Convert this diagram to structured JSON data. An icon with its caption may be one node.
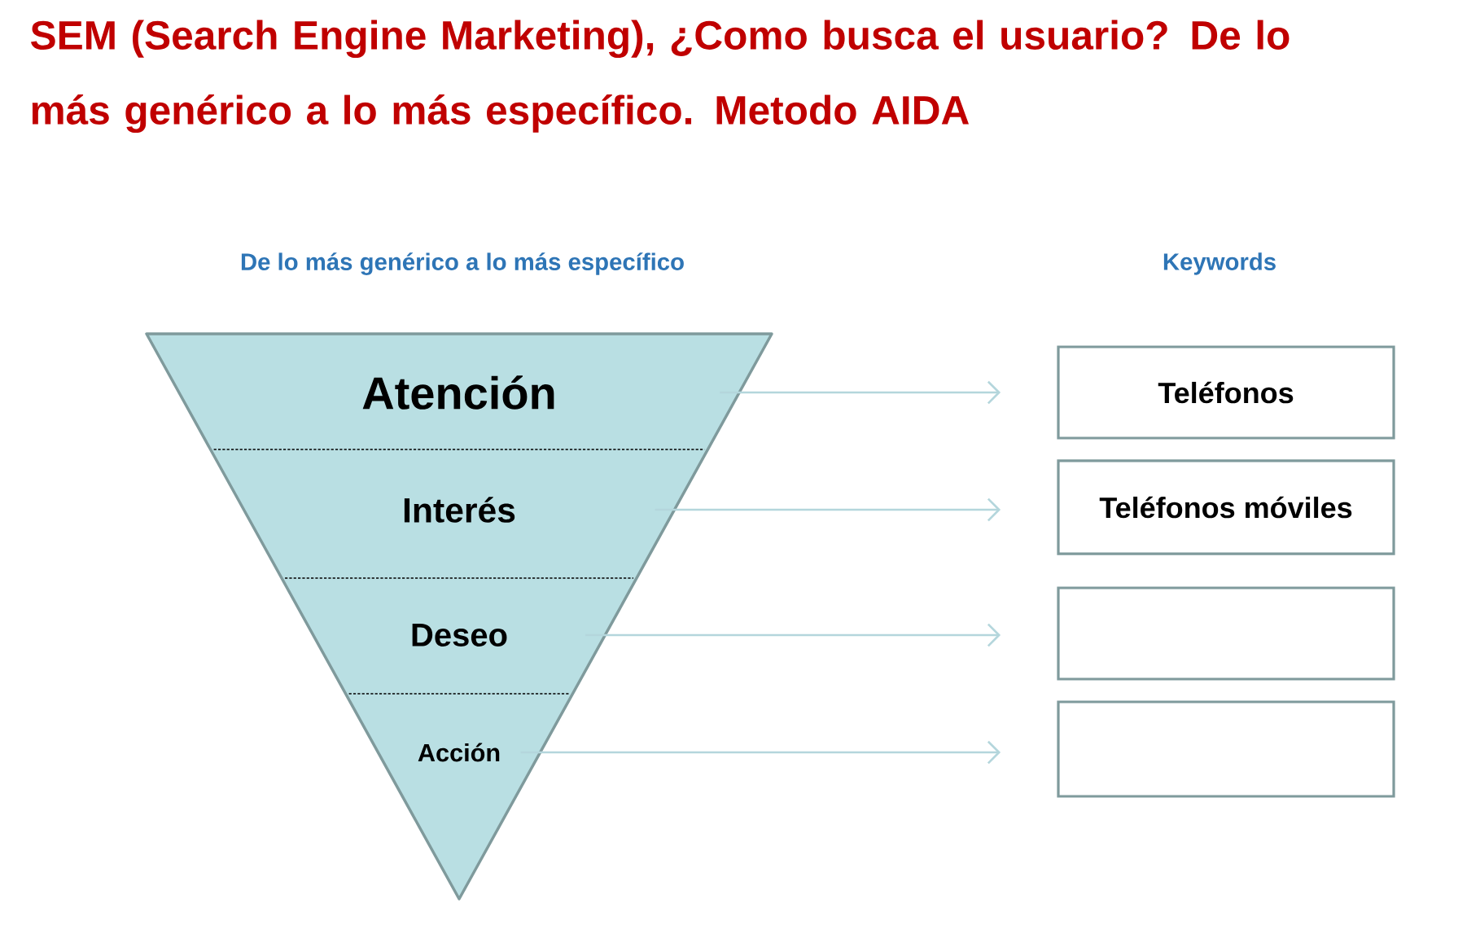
{
  "diagram": {
    "title": "SEM (Search Engine Marketing), ¿Como busca el usuario? De lo más genérico a lo más específico. Metodo AIDA",
    "nodes": [
      {
        "text": [
          "Atención"
        ]
      },
      {
        "text": [
          "Interés"
        ]
      },
      {
        "text": [
          "Deseo"
        ]
      },
      {
        "text": [
          "Acción"
        ]
      },
      {
        "text": [
          "Teléfonos"
        ]
      },
      {
        "text": [
          "Teléfonos móviles"
        ]
      },
      {
        "text": [],
        "shape": "box"
      },
      {
        "text": [],
        "shape": "box"
      }
    ],
    "edges": [
      {
        "from": 0,
        "to": 4,
        "arrow": "to"
      },
      {
        "from": 1,
        "to": 5,
        "arrow": "to"
      },
      {
        "from": 2,
        "to": 6,
        "arrow": "to"
      },
      {
        "from": 3,
        "to": 7,
        "arrow": "to"
      }
    ],
    "labels": [
      "De lo más genérico a lo más específico",
      "Keywords"
    ]
  }
}
